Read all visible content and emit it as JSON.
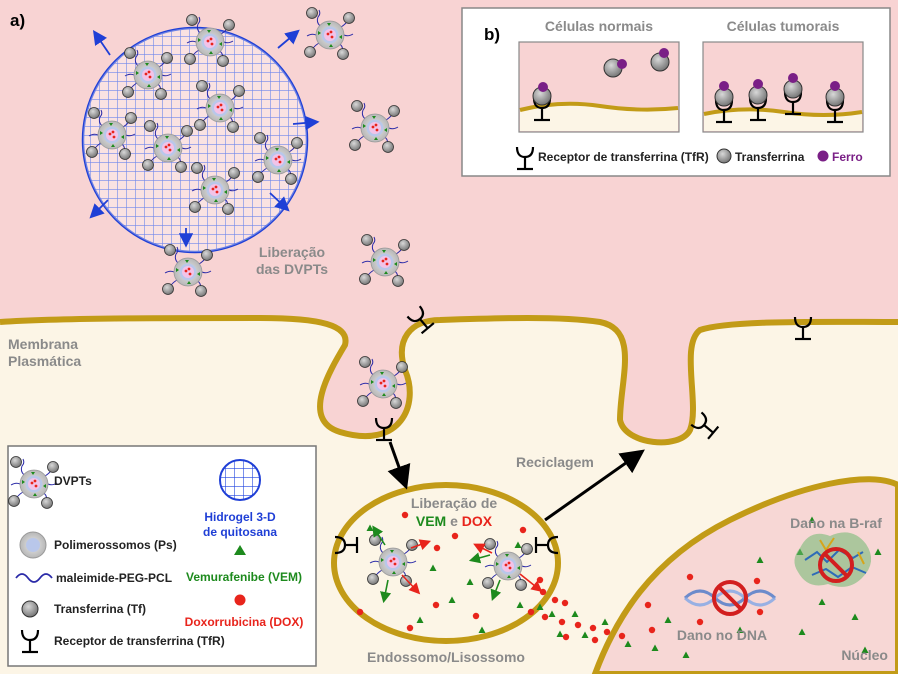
{
  "panel_a": {
    "tag": "a)"
  },
  "panel_b": {
    "tag": "b)",
    "normal_title": "Células normais",
    "tumor_title": "Células tumorais",
    "legend_receptor": "Receptor de transferrina (TfR)",
    "legend_transferrin": "Transferrina",
    "legend_iron": "Ferro"
  },
  "labels": {
    "release": [
      "Liberação",
      "das DVPTs"
    ],
    "membrane": [
      "Membrana",
      "Plasmática"
    ],
    "recycling": "Reciclagem",
    "drug_release": [
      "Liberação de",
      "VEM",
      "e",
      "DOX"
    ],
    "endosome": "Endossomo/Lisossomo",
    "dna_damage": "Dano no DNA",
    "braf_damage": "Dano na B-raf",
    "nucleus": "Núcleo"
  },
  "legend": {
    "dvpts": "DVPTs",
    "polymersome": "Polimerossomos (Ps)",
    "peg": "maleimide-PEG-PCL",
    "transferrin": "Transferrina (Tf)",
    "receptor": "Receptor de transferrina (TfR)",
    "hydrogel": [
      "Hidrogel 3-D",
      "de quitosana"
    ],
    "vem": "Vemurafenibe (VEM)",
    "dox": "Doxorrubicina (DOX)"
  },
  "colors": {
    "extracellular": "#f8d3d3",
    "cytoplasm": "#fcf5e6",
    "membrane": "#c29b17",
    "hydrogel": "#1f3fd6",
    "vem": "#1d8a1d",
    "dox": "#e8241c",
    "iron": "#7a1f86"
  }
}
